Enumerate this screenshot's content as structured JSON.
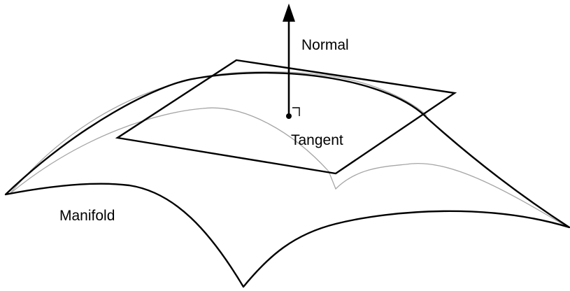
{
  "labels": {
    "normal": "Normal",
    "tangent": "Tangent",
    "manifold": "Manifold"
  },
  "colors": {
    "stroke": "#000000",
    "hidden_curve": "#a6a6a6",
    "background": "#ffffff"
  }
}
